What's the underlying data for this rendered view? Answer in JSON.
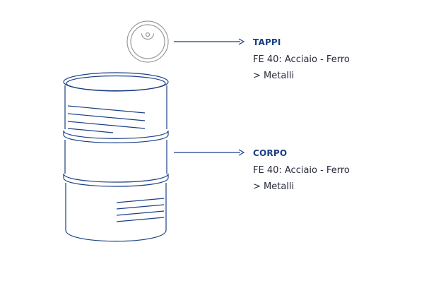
{
  "colors": {
    "outline": "#1b3f86",
    "cap_outline": "#9a9a9a",
    "title": "#1b3f86",
    "text": "#262b3c",
    "background": "#ffffff"
  },
  "icons": {
    "cap": "bottle-cap-icon",
    "barrel": "steel-drum-icon"
  },
  "callouts": {
    "caps": {
      "title": "TAPPI",
      "material": "FE 40: Acciaio - Ferro",
      "category": "> Metalli"
    },
    "body": {
      "title": "CORPO",
      "material": "FE 40: Acciaio - Ferro",
      "category": "> Metalli"
    }
  }
}
